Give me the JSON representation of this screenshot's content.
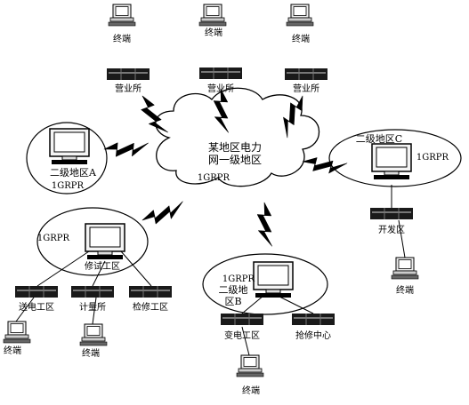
{
  "cloud": {
    "line1": "某地区电力",
    "line2": "网一级地区",
    "link": "1GRPR"
  },
  "top_offices": [
    {
      "terminal": "终端",
      "office": "营业所"
    },
    {
      "terminal": "终端",
      "office": "营业所"
    },
    {
      "terminal": "终端",
      "office": "营业所"
    }
  ],
  "region_a": {
    "name": "二级地区A",
    "link": "1GRPR"
  },
  "region_c": {
    "name": "二级地区C",
    "link": "1GRPR",
    "dept": "开发区",
    "terminal": "终端"
  },
  "region_b": {
    "link": "1GRPR",
    "name_line1": "二级地",
    "name_line2": "区B",
    "depts": [
      "变电工区",
      "抢修中心"
    ],
    "terminal": "终端"
  },
  "region_d": {
    "link": "1GRPR",
    "hub": "修试工区",
    "depts": [
      "送电工区",
      "计量所",
      "检修工区"
    ],
    "terminals": [
      "终端",
      "终端"
    ]
  }
}
